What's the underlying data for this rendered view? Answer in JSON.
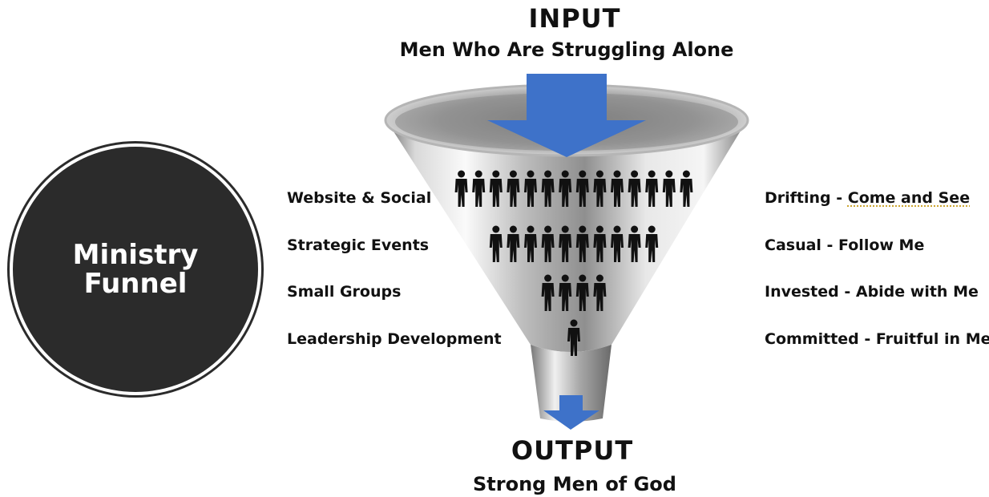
{
  "input": {
    "heading": "INPUT",
    "subtitle": "Men Who Are Struggling Alone"
  },
  "output": {
    "heading": "OUTPUT",
    "subtitle": "Strong Men of God"
  },
  "circle": {
    "line1": "Ministry",
    "line2": "Funnel"
  },
  "left_labels": [
    "Website & Social",
    "Strategic Events",
    "Small Groups",
    "Leadership Development"
  ],
  "right_labels": [
    {
      "prefix": "Drifting - ",
      "text": "Come and See"
    },
    {
      "prefix": "",
      "text": "Casual - Follow Me"
    },
    {
      "prefix": "",
      "text": "Invested - Abide with Me"
    },
    {
      "prefix": "",
      "text": "Committed - Fruitful in Me"
    }
  ],
  "people_rows": [
    14,
    10,
    4,
    1
  ],
  "colors": {
    "arrow": "#3e72c9",
    "circle": "#2b2b2b",
    "people": "#111111"
  }
}
